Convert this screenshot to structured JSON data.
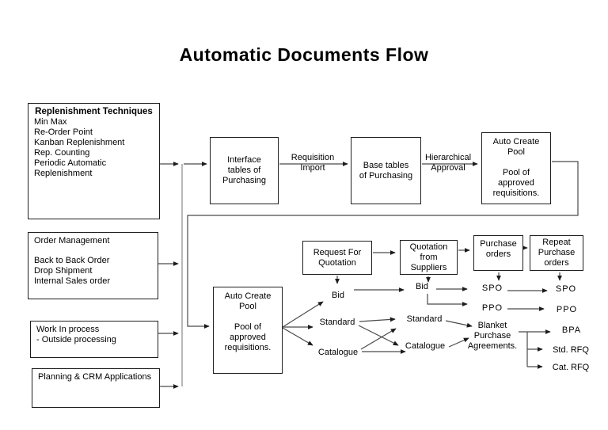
{
  "title": "Automatic Documents Flow",
  "colors": {
    "ink": "#000000",
    "line": "#4a4a4a",
    "background": "#ffffff"
  },
  "left_panel": {
    "replenishment": {
      "heading": "Replenishment Techniques",
      "items": [
        "Min Max",
        "Re-Order Point",
        "Kanban Replenishment",
        "Rep. Counting",
        "Periodic Automatic Replenishment"
      ]
    },
    "order_management": {
      "heading": "Order Management",
      "items": [
        "Back to Back Order",
        "Drop Shipment",
        "Internal Sales order"
      ]
    },
    "work_in_process": {
      "lines": "Work In process\n- Outside processing"
    },
    "planning_crm": {
      "label": "Planning & CRM Applications"
    }
  },
  "top_flow": {
    "interface_tables": "Interface\ntables of\nPurchasing",
    "requisition_import_label": "Requisition\nImport",
    "base_tables": "Base tables\nof Purchasing",
    "hierarchical_approval_label": "Hierarchical\nApproval",
    "auto_create_pool": "Auto Create\nPool\n\nPool of\napproved\nrequisitions."
  },
  "bottom_flow": {
    "auto_create_pool": "Auto Create\nPool\n\nPool of\napproved\nrequisitions.",
    "request_for_quotation": "Request For\nQuotation",
    "quotation_from_suppliers": "Quotation\nfrom\nSuppliers",
    "purchase_orders": "Purchase\norders",
    "repeat_purchase_orders": "Repeat\nPurchase\norders",
    "stage1": {
      "bid": "Bid",
      "standard": "Standard",
      "catalogue": "Catalogue"
    },
    "stage2": {
      "bid": "Bid",
      "standard": "Standard",
      "catalogue": "Catalogue"
    },
    "stage3": {
      "spo": "SPO",
      "ppo": "PPO",
      "blanket": "Blanket\nPurchase\nAgreements."
    },
    "stage4": {
      "spo": "SPO",
      "ppo": "PPO",
      "bpa": "BPA",
      "std_rfq": "Std. RFQ",
      "cat_rfq": "Cat. RFQ"
    }
  },
  "edges": [
    {
      "from": "replenishment-techniques",
      "to": "interface-tables"
    },
    {
      "from": "order-management",
      "to": "interface-tables"
    },
    {
      "from": "work-in-process",
      "to": "interface-tables"
    },
    {
      "from": "planning-crm-applications",
      "to": "interface-tables"
    },
    {
      "from": "interface-tables",
      "to": "base-tables",
      "label": "Requisition Import"
    },
    {
      "from": "base-tables",
      "to": "auto-create-pool-top",
      "label": "Hierarchical Approval"
    },
    {
      "from": "auto-create-pool-top",
      "to": "auto-create-pool-bottom"
    },
    {
      "from": "auto-create-pool-bottom",
      "to": "bid-1"
    },
    {
      "from": "auto-create-pool-bottom",
      "to": "standard-1"
    },
    {
      "from": "auto-create-pool-bottom",
      "to": "catalogue-1"
    },
    {
      "from": "request-for-quotation",
      "to": "quotation-from-suppliers"
    },
    {
      "from": "request-for-quotation",
      "to": "bid-1"
    },
    {
      "from": "quotation-from-suppliers",
      "to": "purchase-orders"
    },
    {
      "from": "quotation-from-suppliers",
      "to": "bid-2"
    },
    {
      "from": "purchase-orders",
      "to": "repeat-purchase-orders"
    },
    {
      "from": "purchase-orders",
      "to": "spo-1"
    },
    {
      "from": "repeat-purchase-orders",
      "to": "spo-2"
    },
    {
      "from": "bid-1",
      "to": "bid-2"
    },
    {
      "from": "standard-1",
      "to": "standard-2"
    },
    {
      "from": "standard-1",
      "to": "catalogue-2"
    },
    {
      "from": "catalogue-1",
      "to": "standard-2"
    },
    {
      "from": "catalogue-1",
      "to": "catalogue-2"
    },
    {
      "from": "bid-2",
      "to": "spo-1"
    },
    {
      "from": "bid-2",
      "to": "ppo-1"
    },
    {
      "from": "standard-2",
      "to": "blanket-purchase-agreements"
    },
    {
      "from": "catalogue-2",
      "to": "blanket-purchase-agreements"
    },
    {
      "from": "spo-1",
      "to": "spo-2"
    },
    {
      "from": "ppo-1",
      "to": "ppo-2"
    },
    {
      "from": "blanket-purchase-agreements",
      "to": "bpa"
    },
    {
      "from": "blanket-purchase-agreements",
      "to": "std-rfq"
    },
    {
      "from": "blanket-purchase-agreements",
      "to": "cat-rfq"
    }
  ]
}
